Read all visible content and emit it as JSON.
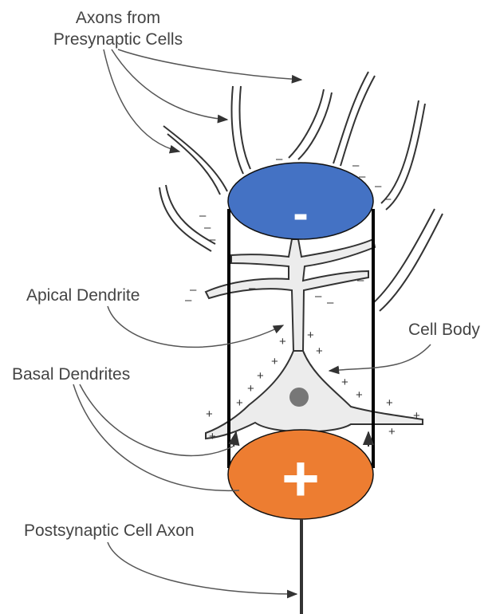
{
  "labels": {
    "axons_line1": "Axons from",
    "axons_line2": "Presynaptic Cells",
    "apical": "Apical Dendrite",
    "cell_body": "Cell Body",
    "basal": "Basal Dendrites",
    "postsynaptic": "Postsynaptic Cell Axon"
  },
  "poles": {
    "top_sign": "-",
    "bottom_sign": "+"
  },
  "charges": {
    "negative": "–",
    "positive": "+"
  },
  "colors": {
    "negative_pole": "#4472c4",
    "positive_pole": "#ed7d31",
    "outline": "#222222",
    "cell_fill": "#ececec",
    "nucleus": "#777777",
    "leader": "#555555"
  }
}
